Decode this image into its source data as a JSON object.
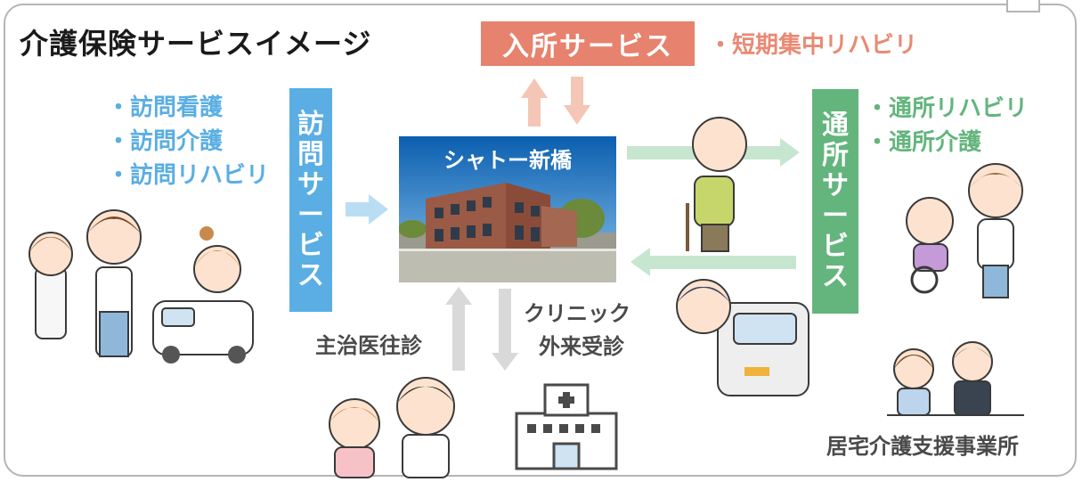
{
  "title": "介護保険サービスイメージ",
  "admission": {
    "label": "入所サービス",
    "items": [
      "・短期集中リハビリ"
    ]
  },
  "home_visit": {
    "label_chars": [
      "訪",
      "問",
      "サ",
      "ー",
      "ビ",
      "ス"
    ],
    "items": [
      "・訪問看護",
      "・訪問介護",
      "・訪問リハビリ"
    ]
  },
  "day_service": {
    "label_chars": [
      "通",
      "所",
      "サ",
      "ー",
      "ビ",
      "ス"
    ],
    "items": [
      "・通所リハビリ",
      "・通所介護"
    ]
  },
  "facility": {
    "name": "シャトー新橋"
  },
  "medical": {
    "home_doctor": "主治医往診",
    "clinic_line1": "クリニック",
    "clinic_line2": "外来受診"
  },
  "care_manager": {
    "label": "居宅介護支援事業所"
  },
  "colors": {
    "admission": "#e6826e",
    "home_visit": "#5aaee3",
    "day_service": "#63b57d",
    "medical_arrow": "#d9d9d9"
  }
}
